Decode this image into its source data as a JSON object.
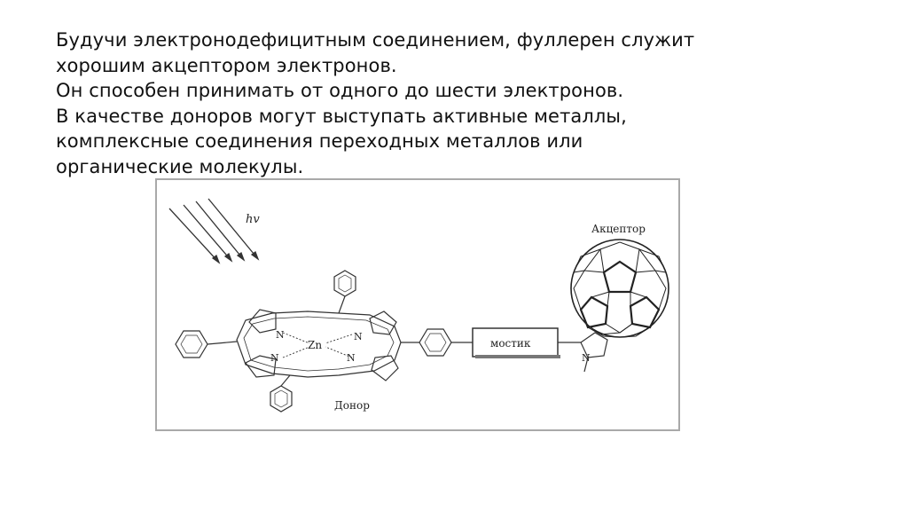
{
  "text": {
    "lines": [
      "Будучи электронодефицитным соединением, фуллерен служит",
      "хорошим акцептором электронов.",
      "Он способен принимать от одного до шести электронов.",
      "В качестве доноров могут выступать активные металлы,",
      "комплексные соединения переходных металлов или",
      "органические молекулы."
    ]
  },
  "figure": {
    "light_label": "hv",
    "acceptor_label": "Акцептор",
    "donor_label": "Донор",
    "bridge_label": "мостик",
    "metal_label": "Zn",
    "nitrogen_label": "N"
  },
  "colors": {
    "text": "#111111",
    "figure_border": "#a9a9a9",
    "line_art": "#333333"
  }
}
